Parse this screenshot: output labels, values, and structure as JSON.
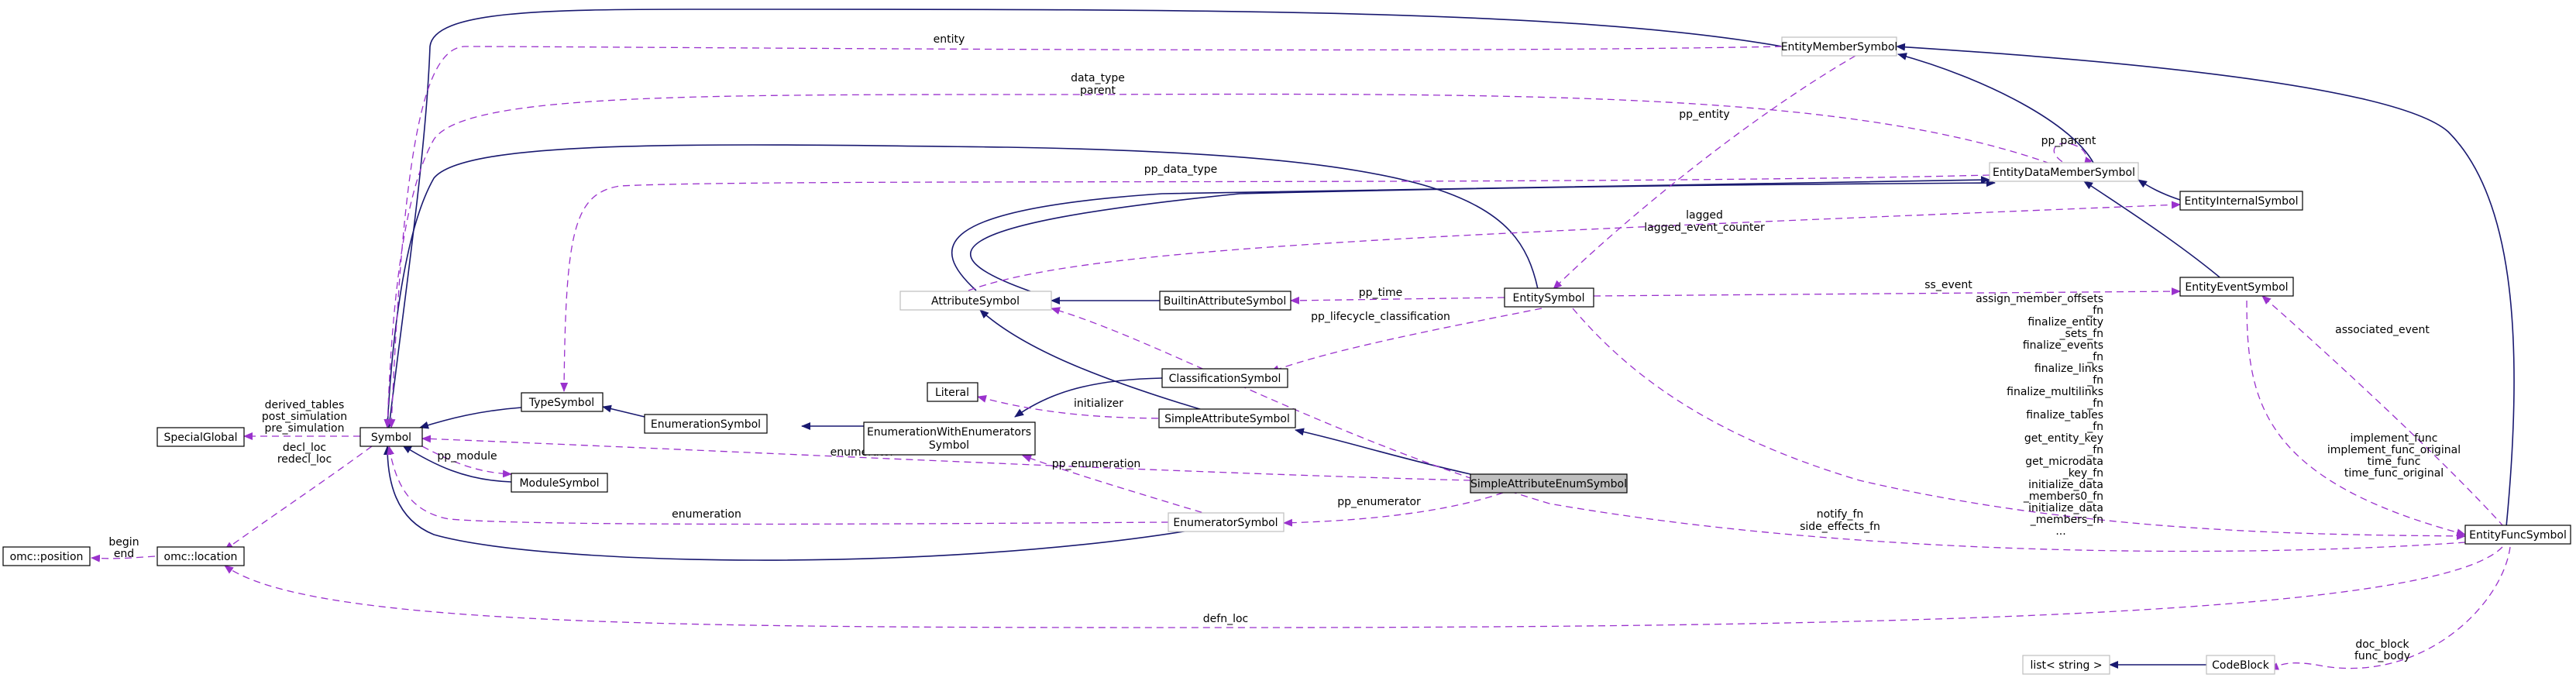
{
  "colors": {
    "inheritance_edge": "#191970",
    "usage_edge": "#9a32cd",
    "focus_fill": "#bfbfbf",
    "gray_border": "#bfbfbf"
  },
  "nodes": {
    "entity_member_symbol": "EntityMemberSymbol",
    "entity_data_member_symbol": "EntityDataMemberSymbol",
    "entity_internal_symbol": "EntityInternalSymbol",
    "entity_event_symbol": "EntityEventSymbol",
    "entity_func_symbol": "EntityFuncSymbol",
    "entity_symbol": "EntitySymbol",
    "attribute_symbol": "AttributeSymbol",
    "builtin_attribute_symbol": "BuiltinAttributeSymbol",
    "classification_symbol": "ClassificationSymbol",
    "literal": "Literal",
    "enumeration_with_enumerators_symbol": [
      "EnumerationWithEnumerators",
      "Symbol"
    ],
    "simple_attribute_symbol": "SimpleAttributeSymbol",
    "simple_attribute_enum_symbol": "SimpleAttributeEnumSymbol",
    "enumerator_symbol": "EnumeratorSymbol",
    "enumeration_symbol": "EnumerationSymbol",
    "type_symbol": "TypeSymbol",
    "symbol": "Symbol",
    "special_global": "SpecialGlobal",
    "module_symbol": "ModuleSymbol",
    "omc_location": "omc::location",
    "omc_position": "omc::position",
    "list_string": "list< string >",
    "code_block": "CodeBlock"
  },
  "edge_labels": {
    "entity": "entity",
    "data_type_parent": [
      "data_type",
      "parent"
    ],
    "pp_entity": "pp_entity",
    "pp_parent": "pp_parent",
    "pp_data_type": "pp_data_type",
    "lagged": [
      "lagged",
      "lagged_event_counter"
    ],
    "pp_time": "pp_time",
    "ss_event": "ss_event",
    "pp_lifecycle": "pp_lifecycle_classification",
    "func_pointers": [
      "assign_member_offsets",
      "_fn",
      "finalize_entity",
      "_sets_fn",
      "finalize_events",
      "_fn",
      "finalize_links",
      "_fn",
      "finalize_multilinks",
      "_fn",
      "finalize_tables",
      "_fn",
      "get_entity_key",
      "_fn",
      "get_microdata",
      "_key_fn",
      "initialize_data",
      "_members0_fn",
      "initialize_data",
      "_members_fn",
      "..."
    ],
    "associated_event": "associated_event",
    "implement_funcs": [
      "implement_func",
      "implement_func_original",
      "time_func",
      "time_func_original"
    ],
    "initializer": "initializer",
    "pp_enumeration": "pp_enumeration",
    "enumerator": "enumerator",
    "pp_enumerator": "pp_enumerator",
    "enumeration": "enumeration",
    "notify_fn": [
      "notify_fn",
      "side_effects_fn"
    ],
    "defn_loc": "defn_loc",
    "doc_block": [
      "doc_block",
      "func_body"
    ],
    "decl_loc": [
      "decl_loc",
      "redecl_loc"
    ],
    "begin_end": [
      "begin",
      "end"
    ],
    "symbol_globals": [
      "derived_tables",
      "post_simulation",
      "pre_simulation"
    ],
    "pp_module": "pp_module"
  }
}
